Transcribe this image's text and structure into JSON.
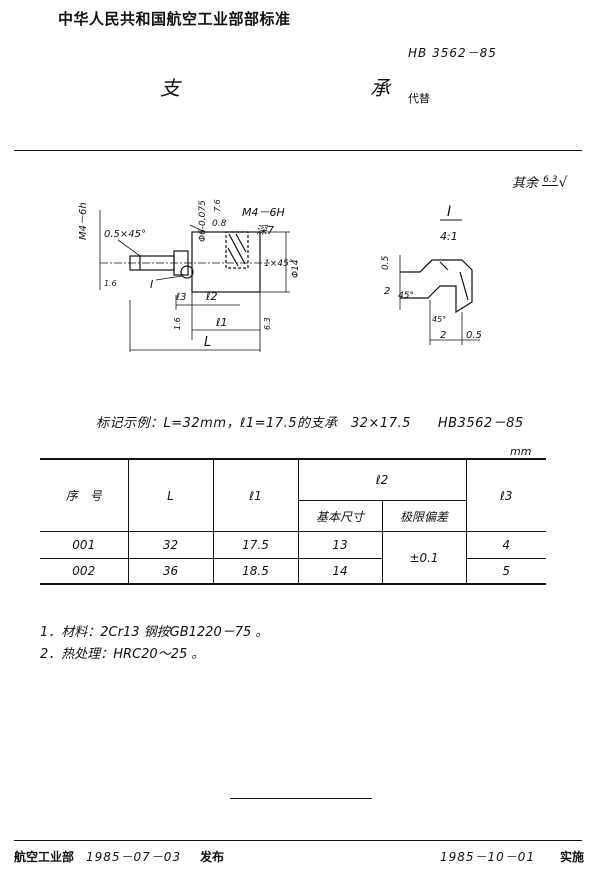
{
  "header": {
    "organization": "中华人民共和国航空工业部部标准",
    "standard_number": "HB 3562－85",
    "title": "支　　承",
    "replaces": "代替"
  },
  "drawing": {
    "roughness": {
      "prefix": "其余",
      "value": "6.3"
    },
    "labels": {
      "thread_small": "M4－6h",
      "chamfer": "0.5×45°",
      "dia_small": "Φ6-0.075",
      "rough_76": "7.6",
      "rough_08": "0.8",
      "thread_big": "M4－6H",
      "depth": "深7",
      "chamfer2": "1×45°",
      "dia_big": "Φ14",
      "rough_16a": "1.6",
      "section_ref": "I",
      "l3": "ℓ3",
      "l2": "ℓ2",
      "l1": "ℓ1",
      "rough_16b": "1.6",
      "rough_63": "6.3",
      "length": "L",
      "detail_id": "I",
      "detail_scale": "4:1",
      "d_05a": "0.5",
      "d_2a": "2",
      "angle_45a": "45°",
      "angle_45b": "45°",
      "d_2b": "2",
      "d_05b": "0.5"
    }
  },
  "example_text": "标记示例：L=32mm，ℓ1=17.5的支承　32×17.5　　HB3562－85",
  "unit": "mm",
  "table": {
    "headers": {
      "seq": "序　号",
      "L": "L",
      "l1": "ℓ1",
      "l2": "ℓ2",
      "l2_basic": "基本尺寸",
      "l2_tol": "极限偏差",
      "l3": "ℓ3"
    },
    "rows": [
      {
        "seq": "001",
        "L": "32",
        "l1": "17.5",
        "l2_basic": "13",
        "l3": "4"
      },
      {
        "seq": "002",
        "L": "36",
        "l1": "18.5",
        "l2_basic": "14",
        "l3": "5"
      }
    ],
    "l2_tolerance": "±0.1"
  },
  "notes": [
    "1．材料：2Cr13 钢按GB1220－75 。",
    "2．热处理：HRC20～25 。"
  ],
  "footer": {
    "issuer": "航空工业部",
    "issue_date": "1985－07－03",
    "issue_label": "发布",
    "effective_date": "1985－10－01",
    "effective_label": "实施"
  }
}
